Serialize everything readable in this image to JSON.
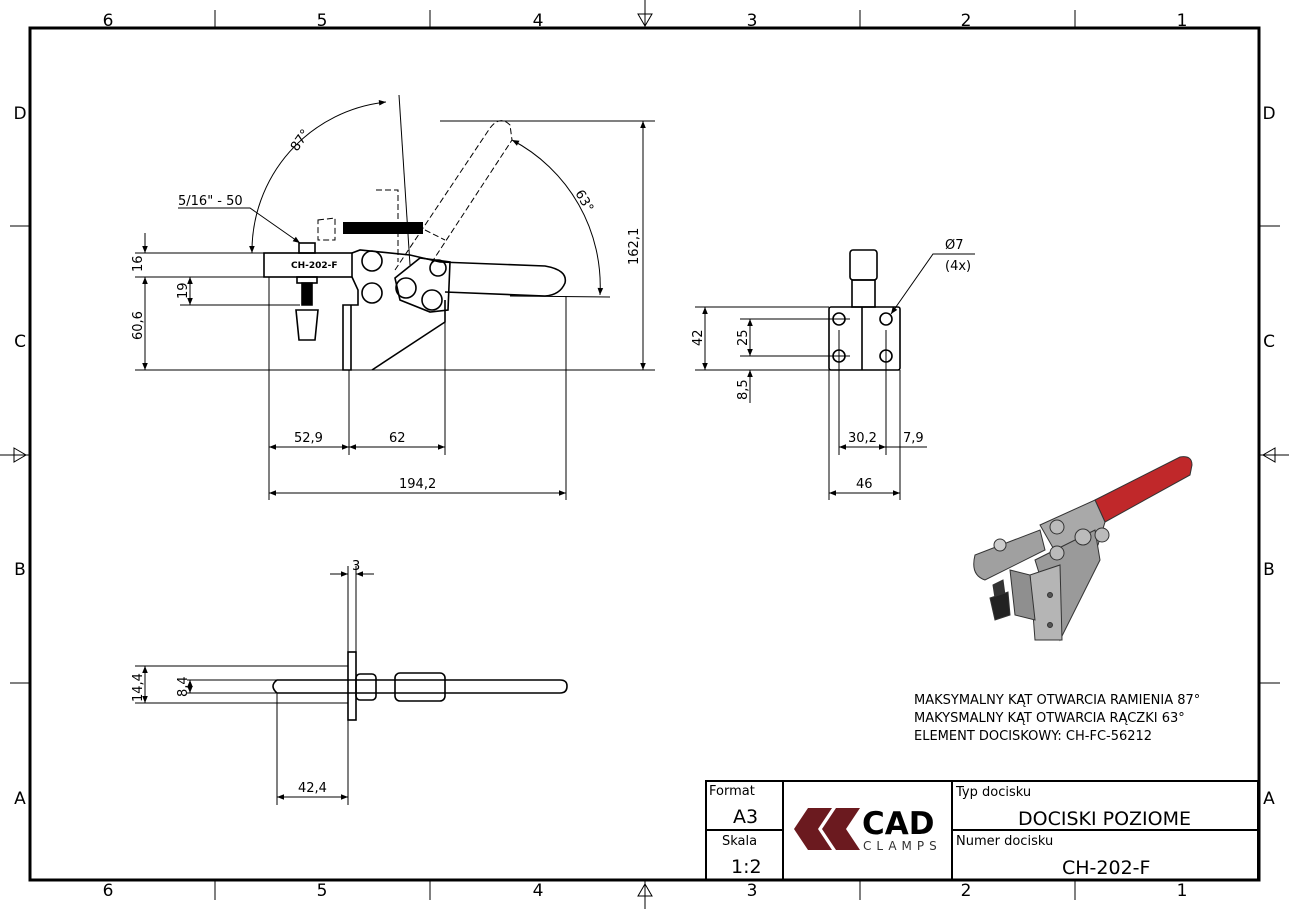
{
  "zones": {
    "columns": [
      "6",
      "5",
      "4",
      "3",
      "2",
      "1"
    ],
    "rows": [
      "D",
      "C",
      "B",
      "A"
    ]
  },
  "side_view": {
    "thread_label": "5/16\" - 50",
    "part_marking": "CH-202-F",
    "angle_arm": "87°",
    "angle_handle": "63°",
    "dim_16": "16",
    "dim_19": "19",
    "dim_60_6": "60,6",
    "dim_162_1": "162,1",
    "dim_52_9": "52,9",
    "dim_62": "62",
    "dim_194_2": "194,2"
  },
  "front_view": {
    "hole_label": "Ø7",
    "hole_count": "(4x)",
    "dim_42": "42",
    "dim_25": "25",
    "dim_8_5": "8,5",
    "dim_30_2": "30,2",
    "dim_7_9": "7,9",
    "dim_46": "46"
  },
  "top_view": {
    "dim_3": "3",
    "dim_14_4": "14,4",
    "dim_8_4": "8,4",
    "dim_42_4": "42,4"
  },
  "notes": [
    "MAKSYMALNY KĄT OTWARCIA RAMIENIA 87°",
    "MAKYSMALNY KĄT OTWARCIA RĄCZKI 63°",
    "ELEMENT DOCISKOWY: CH-FC-56212"
  ],
  "title_block": {
    "format_label": "Format",
    "format_value": "A3",
    "scale_label": "Skala",
    "scale_value": "1:2",
    "logo_main": "CAD",
    "logo_sub": "CLAMPS",
    "type_label": "Typ docisku",
    "type_value": "DOCISKI POZIOME",
    "number_label": "Numer docisku",
    "number_value": "CH-202-F"
  },
  "colors": {
    "logo": "#6b1a1f",
    "handle": "#c0282a",
    "metal": "#a9a9a9"
  }
}
